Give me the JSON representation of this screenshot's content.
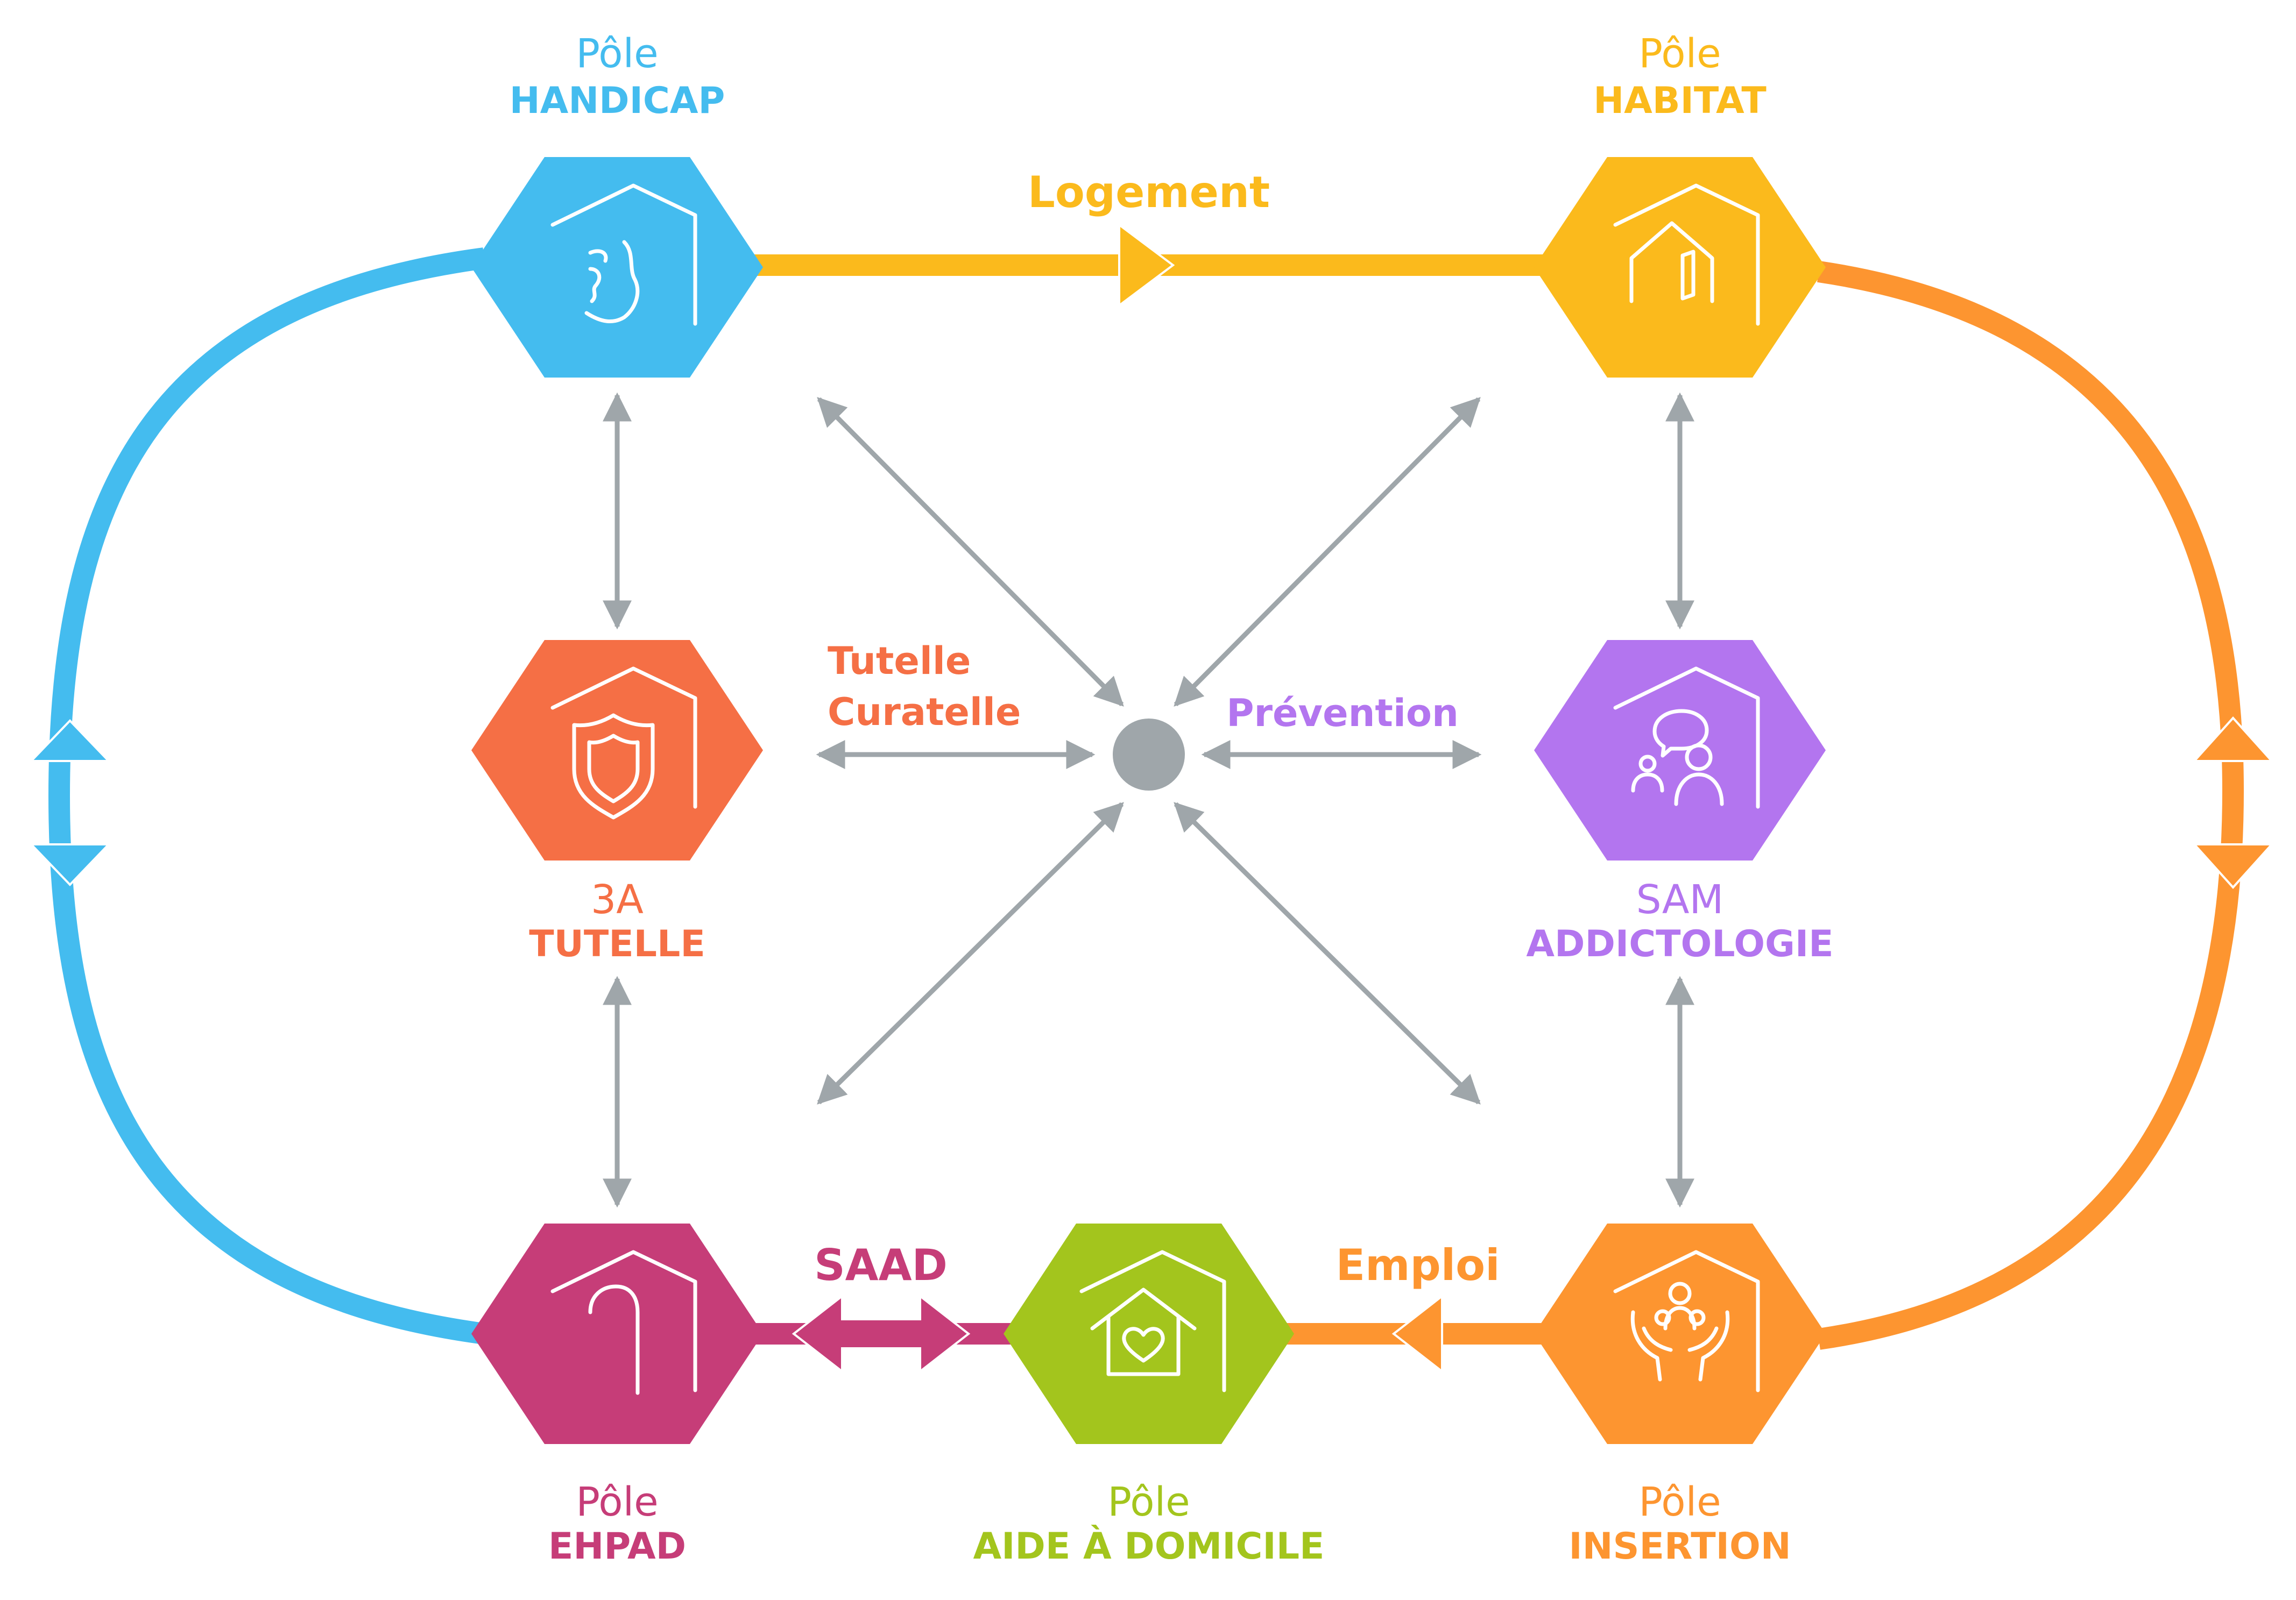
{
  "colors": {
    "blue": "#44BCEF",
    "yellow": "#FBBA1C",
    "orange": "#FD9530",
    "red_orange": "#F56F45",
    "purple": "#B375EF",
    "magenta": "#C63D78",
    "green": "#A3C51D",
    "gray": "#9FA6AA"
  },
  "nodes": {
    "handicap": {
      "line1": "Pôle",
      "line2": "HANDICAP",
      "icon": "face-profile-house-icon"
    },
    "habitat": {
      "line1": "Pôle",
      "line2": "HABITAT",
      "icon": "house-door-icon"
    },
    "tutelle": {
      "line1": "3A",
      "line2": "TUTELLE",
      "icon": "shield-house-icon"
    },
    "addictologie": {
      "line1": "SAM",
      "line2": "ADDICTOLOGIE",
      "icon": "speech-bubble-people-icon"
    },
    "ehpad": {
      "line1": "Pôle",
      "line2": "EHPAD",
      "icon": "cane-house-icon"
    },
    "aide": {
      "line1": "Pôle",
      "line2": "AIDE À DOMICILE",
      "icon": "heart-house-icon"
    },
    "insertion": {
      "line1": "Pôle",
      "line2": "INSERTION",
      "icon": "hands-people-icon"
    }
  },
  "edges": {
    "logement": "Logement",
    "saad": "SAAD",
    "emploi": "Emploi",
    "tutelle_curatelle_1": "Tutelle",
    "tutelle_curatelle_2": "Curatelle",
    "prevention": "Prévention"
  }
}
